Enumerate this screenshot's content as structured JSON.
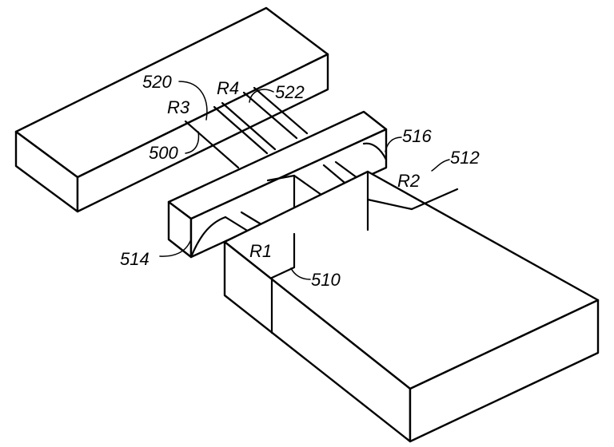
{
  "labels": {
    "ref_500": "500",
    "ref_510": "510",
    "ref_512": "512",
    "ref_514": "514",
    "ref_516": "516",
    "ref_520": "520",
    "ref_522": "522",
    "r1": "R1",
    "r2": "R2",
    "r3": "R3",
    "r4": "R4"
  },
  "colors": {
    "line": "#000000",
    "background": "#ffffff"
  }
}
